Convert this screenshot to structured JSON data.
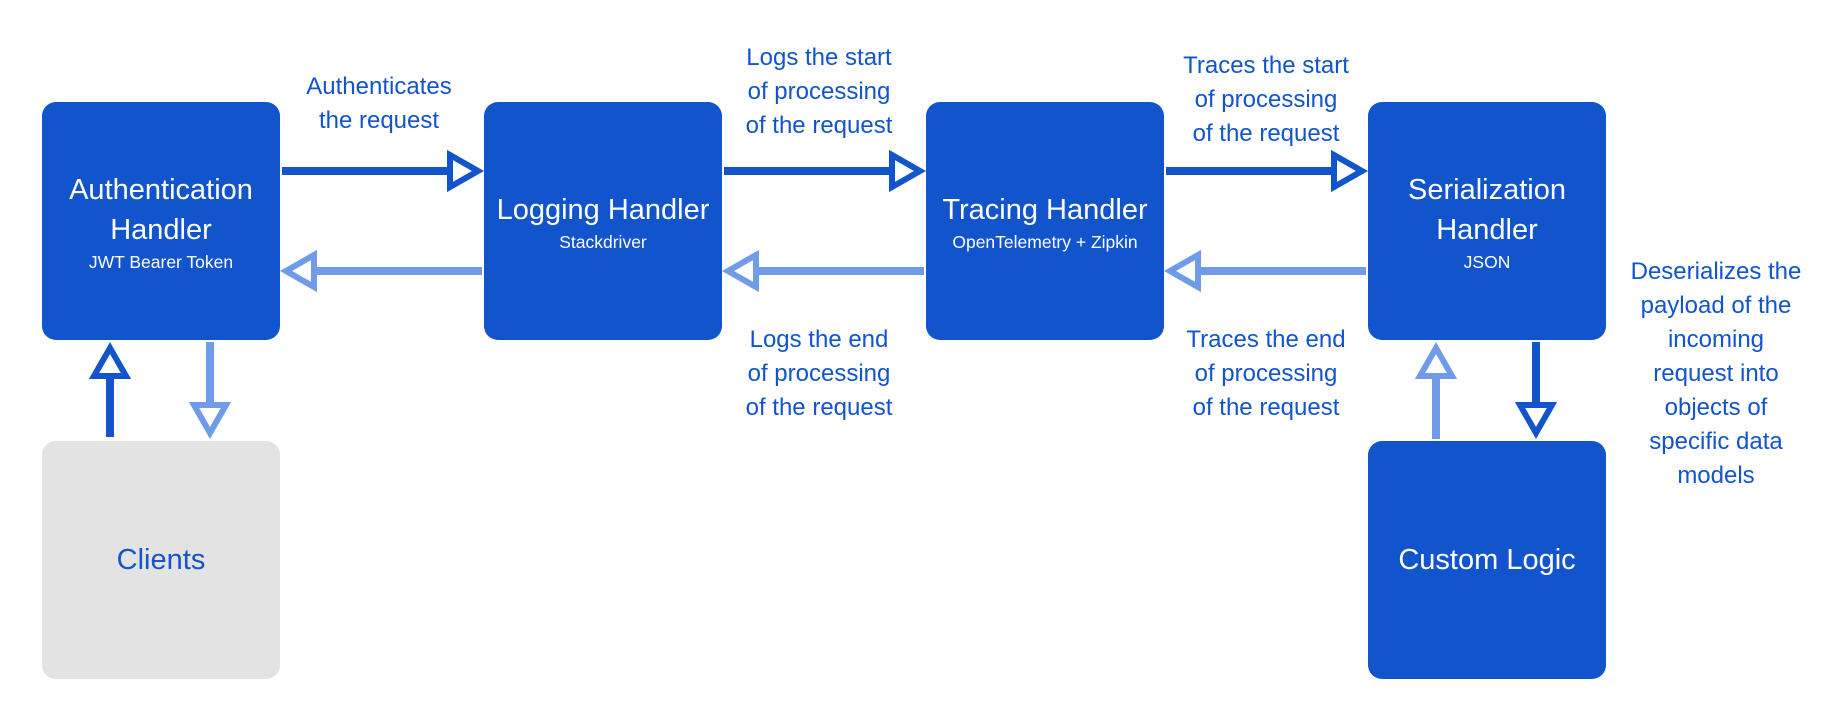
{
  "colors": {
    "box_blue": "#1254cc",
    "box_grey": "#e3e3e3",
    "text_blue": "#1254cc",
    "arrow_dark": "#1254cc",
    "arrow_light": "#6f9be8"
  },
  "nodes": {
    "auth": {
      "title": "Authentication\nHandler",
      "subtitle": "JWT Bearer Token"
    },
    "log": {
      "title": "Logging Handler",
      "subtitle": "Stackdriver"
    },
    "trace": {
      "title": "Tracing Handler",
      "subtitle": "OpenTelemetry + Zipkin"
    },
    "serial": {
      "title": "Serialization\nHandler",
      "subtitle": "JSON"
    },
    "clients": {
      "title": "Clients"
    },
    "custom": {
      "title": "Custom Logic"
    }
  },
  "labels": {
    "authenticates": "Authenticates\nthe request",
    "log_start": "Logs the start\nof processing\nof the request",
    "log_end": "Logs the end\nof processing\nof the request",
    "trace_start": "Traces the start\nof processing\nof the request",
    "trace_end": "Traces the end\nof processing\nof the request",
    "deserialize": "Deserializes the\npayload of the\nincoming\nrequest into\nobjects of\nspecific data\nmodels"
  }
}
